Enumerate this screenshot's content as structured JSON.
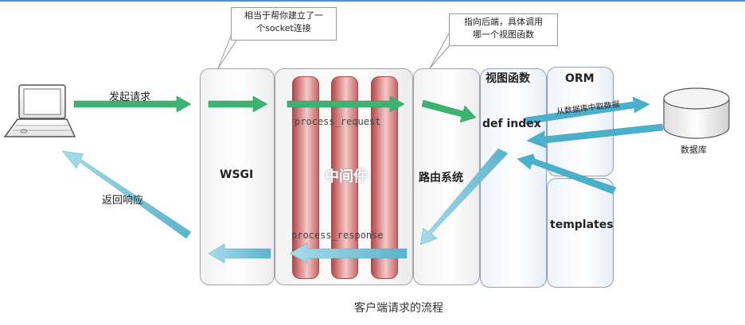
{
  "callouts": {
    "wsgi_note_line1": "相当于帮你建立了一",
    "wsgi_note_line2": "个socket连接",
    "route_note_line1": "指向后端，具体调用",
    "route_note_line2": "哪一个视图函数"
  },
  "arrows": {
    "send_request": "发起请求",
    "return_response": "返回响应",
    "fetch_from_db": "从数据库中取数据"
  },
  "components": {
    "wsgi": "WSGI",
    "middleware": "中间件",
    "process_request": "process_request",
    "process_response": "process_response",
    "routing": "路由系统",
    "view_functions": "视图函数",
    "def_index": "def  index",
    "orm": "ORM",
    "templates": "templates",
    "database": "数据库"
  },
  "caption": "客户端请求的流程",
  "colors": {
    "request_arrow": "#3cb371",
    "response_arrow": "#6cc3d8",
    "middleware_bar": "#c05a5a",
    "accent_line": "#4e8fd6"
  },
  "icons": {
    "client": "laptop-icon",
    "database": "database-cylinder-icon"
  }
}
